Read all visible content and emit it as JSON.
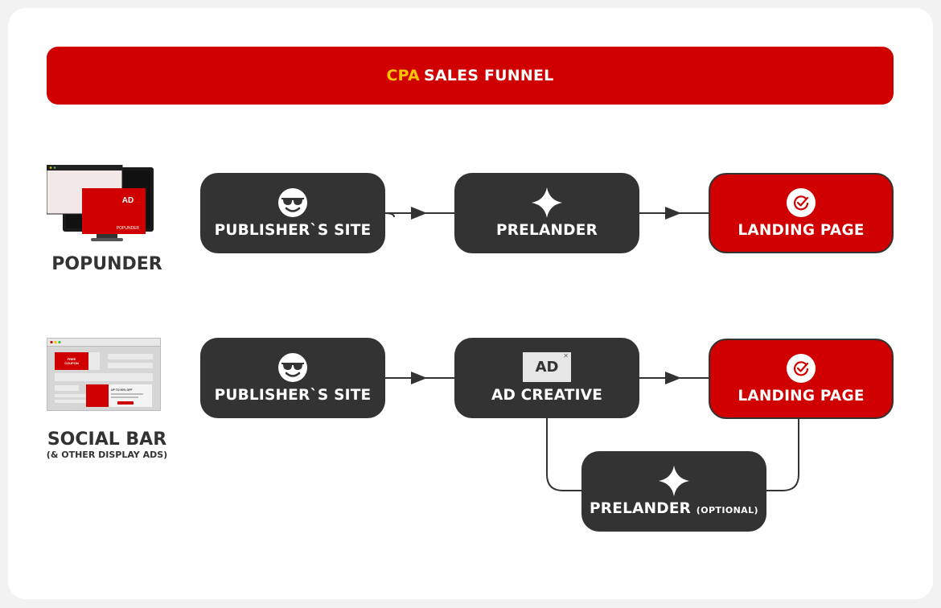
{
  "banner": {
    "accent": "CPA",
    "title": "SALES FUNNEL"
  },
  "colors": {
    "red": "#d00000",
    "dark": "#333333",
    "accent": "#ffc400",
    "background": "#ffffff"
  },
  "rows": {
    "popunder": {
      "label": "POPUNDER",
      "illustration_text": {
        "ad": "AD",
        "caption": "POPUNDER"
      },
      "nodes": [
        {
          "label": "PUBLISHER`S SITE",
          "icon": "sunglasses-face-icon"
        },
        {
          "label": "PRELANDER",
          "icon": "sparkle-icon"
        },
        {
          "label": "LANDING PAGE",
          "icon": "target-check-icon"
        }
      ]
    },
    "social_bar": {
      "label": "SOCIAL BAR",
      "sublabel": "(& OTHER DISPLAY ADS)",
      "illustration_text": {
        "coupon": "FREE COUPON",
        "offer": "UP TO 90% OFF"
      },
      "nodes": [
        {
          "label": "PUBLISHER`S SITE",
          "icon": "sunglasses-face-icon"
        },
        {
          "label": "AD CREATIVE",
          "icon": "ad-icon",
          "icon_text": "AD"
        },
        {
          "label": "LANDING PAGE",
          "icon": "target-check-icon"
        }
      ],
      "optional_node": {
        "label": "PRELANDER",
        "qualifier": "(OPTIONAL)",
        "icon": "sparkle-icon"
      }
    }
  }
}
